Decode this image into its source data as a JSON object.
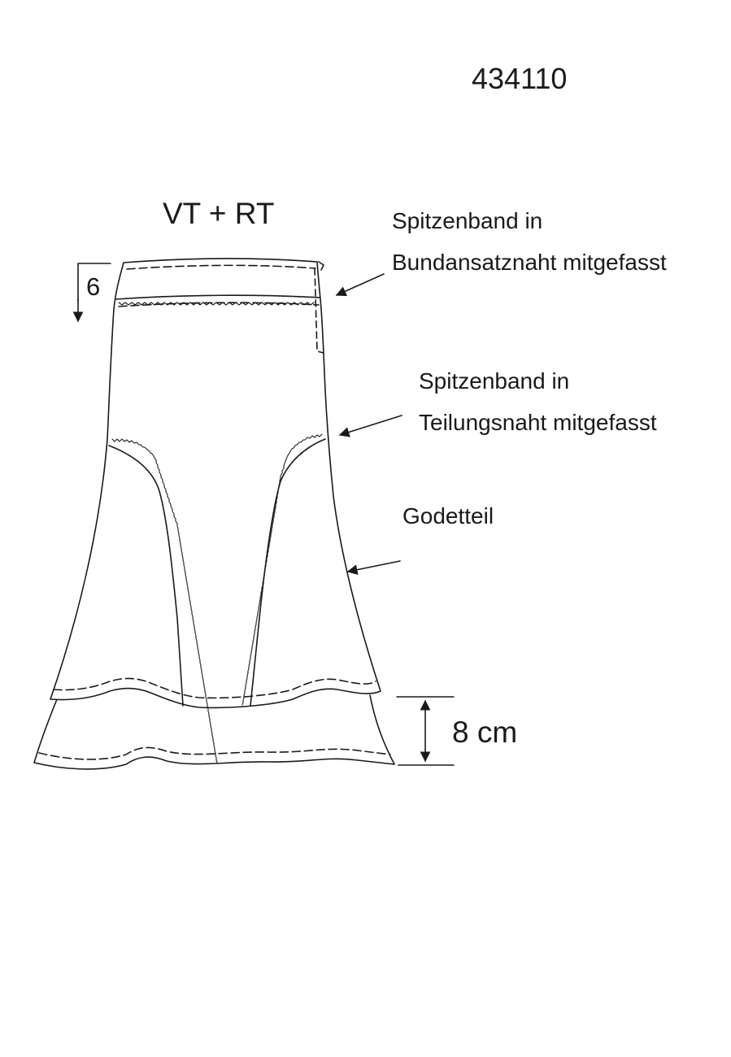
{
  "sheet": {
    "model_number": "434110",
    "view_label": "VT + RT"
  },
  "annotations": {
    "lace_waist_line1": "Spitzenband in",
    "lace_waist_line2": "Bundansatznaht  mitgefasst",
    "lace_seam_line1": "Spitzenband in",
    "lace_seam_line2": "Teilungsnaht mitgefasst",
    "godet": "Godetteil"
  },
  "measurements": {
    "waistband_depth": "6",
    "flounce_height": "8 cm"
  },
  "colors": {
    "line": "#1a1a1a",
    "background": "#ffffff"
  }
}
